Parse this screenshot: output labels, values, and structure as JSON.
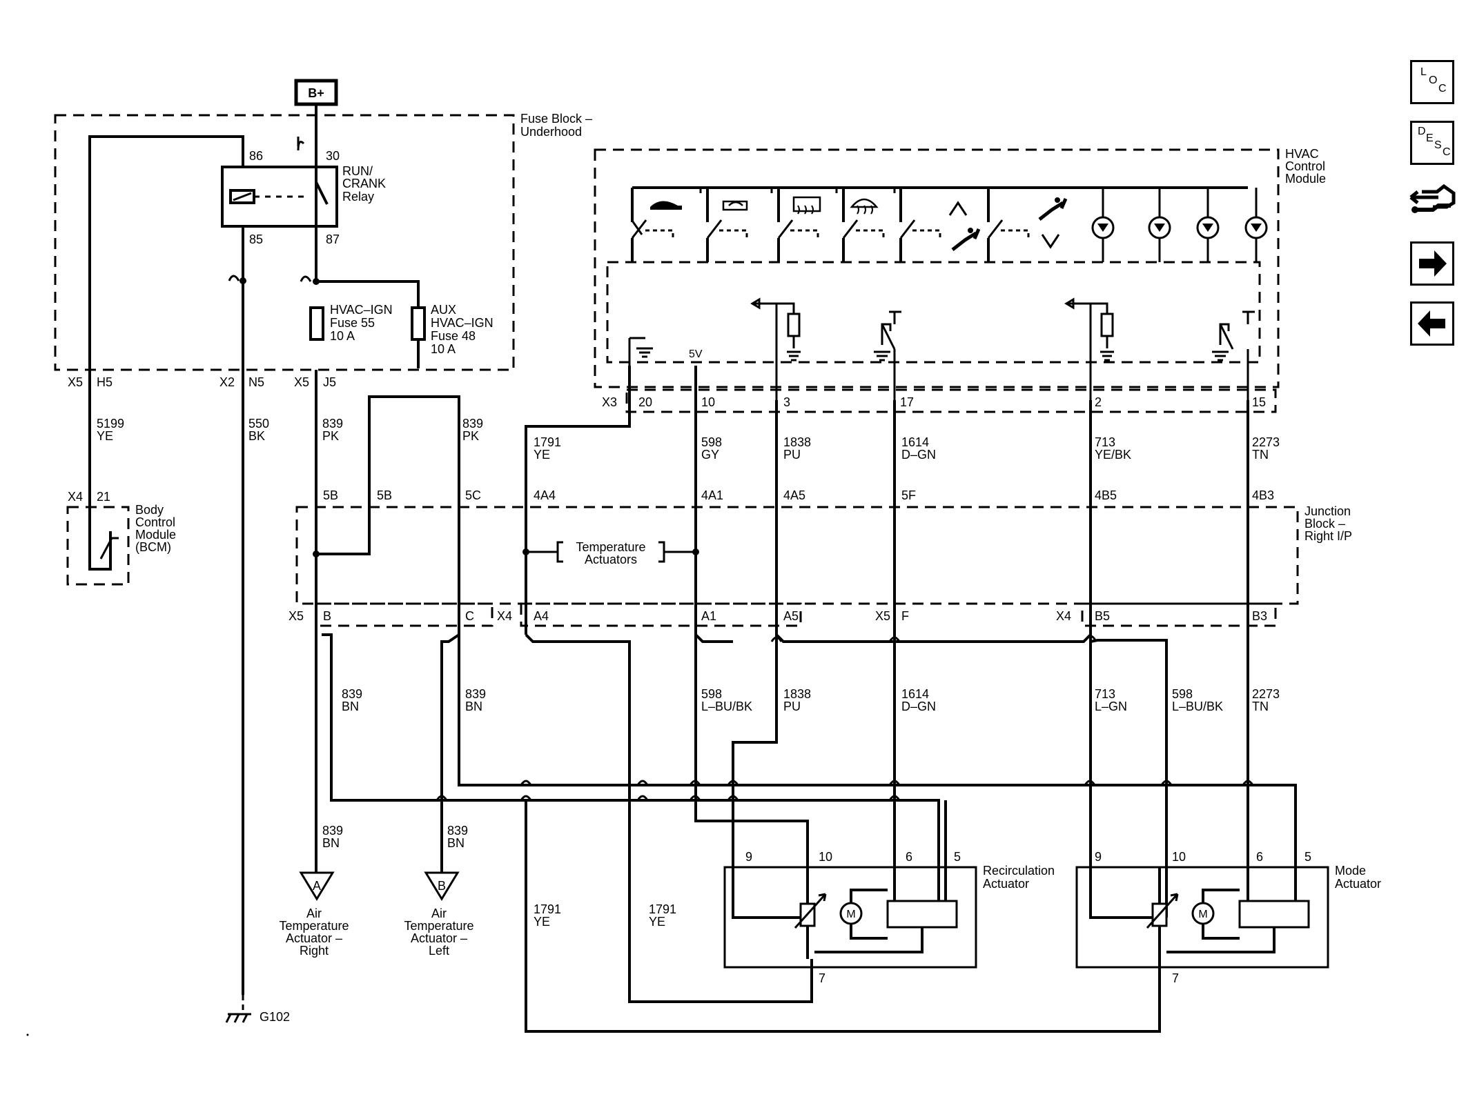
{
  "power": {
    "label": "B+"
  },
  "modules": {
    "fuse_block": {
      "line1": "Fuse Block –",
      "line2": "Underhood"
    },
    "hvac_control": {
      "line1": "HVAC",
      "line2": "Control",
      "line3": "Module"
    },
    "junction_block": {
      "line1": "Junction",
      "line2": "Block –",
      "line3": "Right I/P"
    },
    "bcm": {
      "line1": "Body",
      "line2": "Control",
      "line3": "Module",
      "line4": "(BCM)"
    },
    "recirc_actuator": {
      "line1": "Recirculation",
      "line2": "Actuator"
    },
    "mode_actuator": {
      "line1": "Mode",
      "line2": "Actuator"
    },
    "temp_actuators": {
      "line1": "Temperature",
      "line2": "Actuators"
    }
  },
  "relay": {
    "line1": "RUN/",
    "line2": "CRANK",
    "line3": "Relay",
    "pin30": "30",
    "pin86": "86",
    "pin85": "85",
    "pin87": "87"
  },
  "fuses": {
    "fuse55": {
      "line1": "HVAC–IGN",
      "line2": "Fuse 55",
      "line3": "10 A"
    },
    "fuse48": {
      "line1": "AUX",
      "line2": "HVAC–IGN",
      "line3": "Fuse 48",
      "line4": "10 A"
    }
  },
  "connectors": {
    "fb_x5_h5": {
      "conn": "X5",
      "pin": "H5"
    },
    "fb_x2_n5": {
      "conn": "X2",
      "pin": "N5"
    },
    "fb_x5_j5": {
      "conn": "X5",
      "pin": "J5"
    },
    "hvac_x3": "X3",
    "hvac_pins": [
      "20",
      "10",
      "3",
      "17",
      "2",
      "15"
    ],
    "bcm_x4_21": {
      "conn": "X4",
      "pin": "21"
    },
    "jb_top_pins": [
      "5B",
      "5B",
      "5C",
      "4A4",
      "4A1",
      "4A5",
      "5F",
      "4B5",
      "4B3"
    ],
    "jb_bottom": {
      "x5": "X5",
      "b": "B",
      "c": "C",
      "x4": "X4",
      "a4": "A4",
      "a1": "A1",
      "a5": "A5",
      "x5b": "X5",
      "f": "F",
      "x4b": "X4",
      "b5": "B5",
      "b3": "B3"
    },
    "recirc_pins": [
      "9",
      "10",
      "6",
      "5",
      "7"
    ],
    "mode_pins": [
      "9",
      "10",
      "6",
      "5",
      "7"
    ],
    "ground": "G102",
    "hvac_5v": "5V"
  },
  "wires": {
    "w5199": {
      "circuit": "5199",
      "color": "YE"
    },
    "w550": {
      "circuit": "550",
      "color": "BK"
    },
    "w839pk_a": {
      "circuit": "839",
      "color": "PK"
    },
    "w839pk_b": {
      "circuit": "839",
      "color": "PK"
    },
    "w1791_top": {
      "circuit": "1791",
      "color": "YE"
    },
    "w598_top": {
      "circuit": "598",
      "color": "GY"
    },
    "w1838_top": {
      "circuit": "1838",
      "color": "PU"
    },
    "w1614_top": {
      "circuit": "1614",
      "color": "D–GN"
    },
    "w713_top": {
      "circuit": "713",
      "color": "YE/BK"
    },
    "w2273_top": {
      "circuit": "2273",
      "color": "TN"
    },
    "w839bn_a": {
      "circuit": "839",
      "color": "BN"
    },
    "w839bn_b": {
      "circuit": "839",
      "color": "BN"
    },
    "w598_bot": {
      "circuit": "598",
      "color": "L–BU/BK"
    },
    "w1838_bot": {
      "circuit": "1838",
      "color": "PU"
    },
    "w1614_bot": {
      "circuit": "1614",
      "color": "D–GN"
    },
    "w713_bot": {
      "circuit": "713",
      "color": "L–GN"
    },
    "w598_bot2": {
      "circuit": "598",
      "color": "L–BU/BK"
    },
    "w2273_bot": {
      "circuit": "2273",
      "color": "TN"
    },
    "w839bn_c": {
      "circuit": "839",
      "color": "BN"
    },
    "w839bn_d": {
      "circuit": "839",
      "color": "BN"
    },
    "w1791_low_a": {
      "circuit": "1791",
      "color": "YE"
    },
    "w1791_low_b": {
      "circuit": "1791",
      "color": "YE"
    }
  },
  "offpage": {
    "a": {
      "letter": "A",
      "line1": "Air",
      "line2": "Temperature",
      "line3": "Actuator –",
      "line4": "Right"
    },
    "b": {
      "letter": "B",
      "line1": "Air",
      "line2": "Temperature",
      "line3": "Actuator –",
      "line4": "Left"
    }
  },
  "motor_label": "M",
  "nav": {
    "loc": {
      "a": "L",
      "b": "O",
      "c": "C"
    },
    "desc": {
      "a": "D",
      "b": "E",
      "c": "S",
      "d": "C"
    },
    "icons": [
      "location-icon",
      "description-icon",
      "connector-tool-icon",
      "next-page-icon",
      "previous-page-icon"
    ]
  }
}
